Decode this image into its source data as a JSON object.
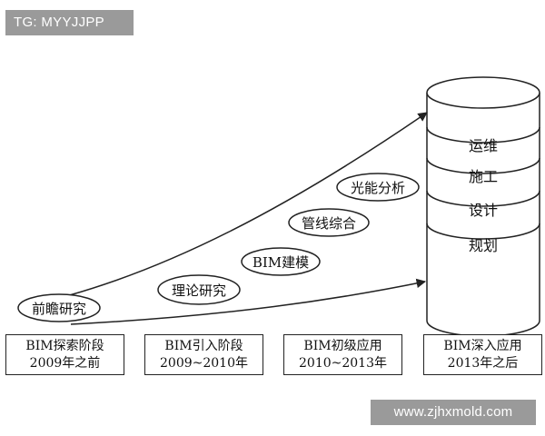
{
  "header_tag": "TG: MYYJJPP",
  "footer_watermark": "www.zjhxmold.com",
  "cylinder_layers": [
    "运维",
    "施工",
    "设计",
    "规划"
  ],
  "ellipse_labels": [
    "前瞻研究",
    "理论研究",
    "BIM建模",
    "管线综合",
    "光能分析"
  ],
  "stages": [
    {
      "line1": "BIM探索阶段",
      "line2": "2009年之前"
    },
    {
      "line1": "BIM引入阶段",
      "line2": "2009~2010年"
    },
    {
      "line1": "BIM初级应用",
      "line2": "2010~2013年"
    },
    {
      "line1": "BIM深入应用",
      "line2": "2013年之后"
    }
  ]
}
